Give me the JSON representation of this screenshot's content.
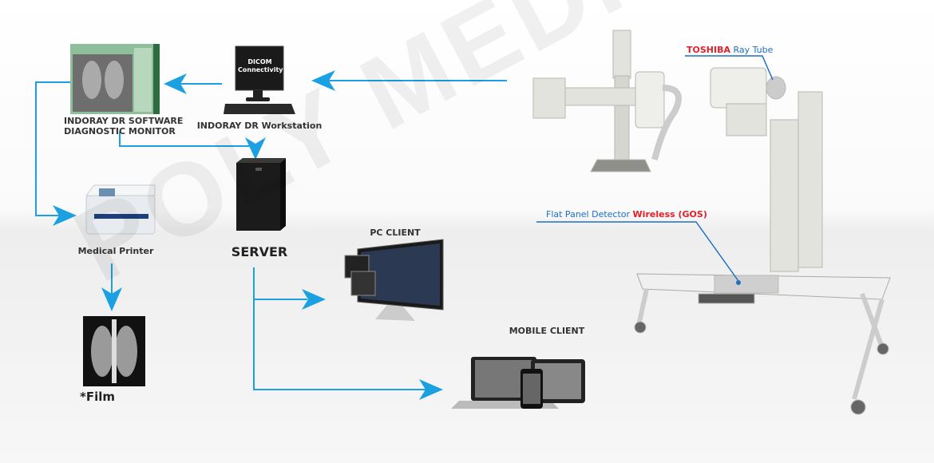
{
  "colors": {
    "arrow": "#1ba1e2",
    "callout_line": "#1f6fc2",
    "brand_red": "#e0202a"
  },
  "watermark": "POLY MEDICAL",
  "nodes": {
    "diagnostic_monitor": {
      "line1": "INDORAY DR SOFTWARE",
      "line2": "DIAGNOSTIC MONITOR"
    },
    "workstation": {
      "label": "INDORAY DR Workstation",
      "screen_line1": "DICOM",
      "screen_line2": "Connectivity"
    },
    "server": {
      "label": "SERVER"
    },
    "printer": {
      "label": "Medical Printer"
    },
    "film": {
      "label": "*Film"
    },
    "pc_client": {
      "label": "PC CLIENT"
    },
    "mobile_client": {
      "label": "MOBILE CLIENT"
    }
  },
  "callouts": {
    "ray_tube": {
      "brand": "TOSHIBA",
      "text": "Ray Tube"
    },
    "detector": {
      "text": "Flat Panel Detector",
      "highlight": "Wireless (GOS)"
    }
  }
}
